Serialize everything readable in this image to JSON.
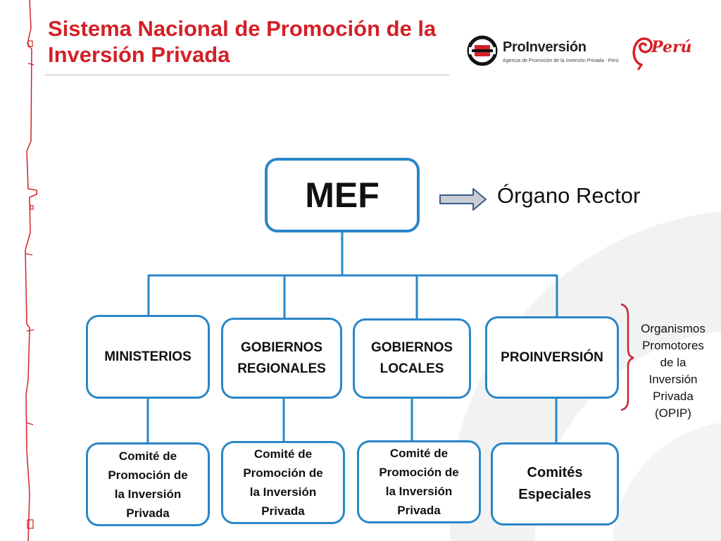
{
  "slide": {
    "title": "Sistema Nacional de Promoción de la Inversión Privada"
  },
  "logos": {
    "proinversion_name": "ProInversión",
    "proinversion_tagline": "Agencia de Promoción de la Inversión Privada - Perú",
    "peru_mark": "Perú"
  },
  "diagram": {
    "root": "MEF",
    "root_role": "Órgano Rector",
    "level2": [
      {
        "id": "ministerios",
        "lines": [
          "MINISTERIOS"
        ]
      },
      {
        "id": "gob-regionales",
        "lines": [
          "GOBIERNOS",
          "REGIONALES"
        ]
      },
      {
        "id": "gob-locales",
        "lines": [
          "GOBIERNOS",
          "LOCALES"
        ]
      },
      {
        "id": "proinversion",
        "lines": [
          "PROINVERSIÓN"
        ]
      }
    ],
    "level3": [
      {
        "id": "comite-ministerios",
        "lines": [
          "Comité de",
          "Promoción de",
          "la Inversión",
          "Privada"
        ]
      },
      {
        "id": "comite-regionales",
        "lines": [
          "Comité de",
          "Promoción de",
          "la Inversión",
          "Privada"
        ]
      },
      {
        "id": "comite-locales",
        "lines": [
          "Comité de",
          "Promoción de",
          "la Inversión",
          "Privada"
        ]
      },
      {
        "id": "comites-especiales",
        "lines": [
          "Comités",
          "Especiales"
        ]
      }
    ],
    "group_note": [
      "Organismos",
      "Promotores",
      "de la",
      "Inversión",
      "Privada",
      "(OPIP)"
    ]
  },
  "colors": {
    "title_red": "#d42027",
    "box_border": "#2a86c8",
    "connector_blue": "#2a86c8"
  }
}
